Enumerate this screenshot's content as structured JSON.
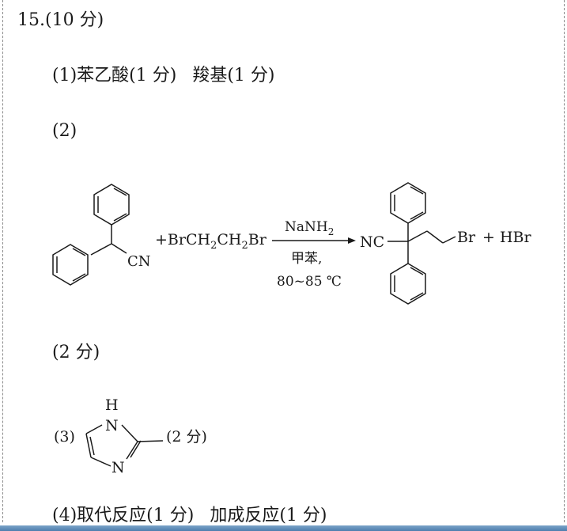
{
  "header": {
    "question_number": "15.",
    "total_score": "(10 分)"
  },
  "q1": {
    "prefix": "(1)",
    "answer1": "苯乙酸(1 分)",
    "answer2": "羧基(1 分)"
  },
  "q2": {
    "label": "(2)",
    "score": "(2 分)",
    "reactant1_group": "CN",
    "reagent_plus": "+BrCH",
    "reagent_sub1": "2",
    "reagent_mid": "CH",
    "reagent_sub2": "2",
    "reagent_end": "Br",
    "arrow_top_main": "NaNH",
    "arrow_top_sub": "2",
    "arrow_bottom_1": "甲苯,",
    "arrow_bottom_2": "80~85 ℃",
    "product_group": "NC",
    "product_br": "Br",
    "byproduct": "+ HBr"
  },
  "q3": {
    "label": "(3)",
    "atom_h": "H",
    "atom_n1": "N",
    "atom_n2": "N",
    "score": "(2 分)"
  },
  "q4": {
    "text": "(4)取代反应(1 分)",
    "text2": "加成反应(1 分)"
  }
}
